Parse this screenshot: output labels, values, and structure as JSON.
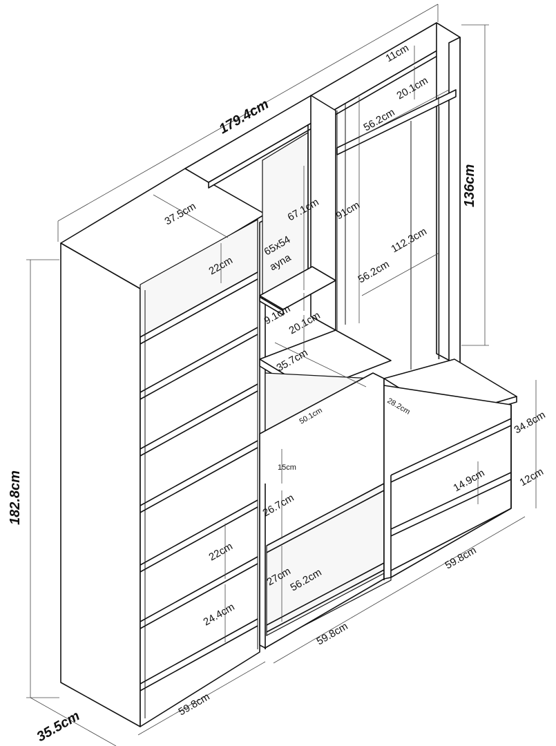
{
  "diagram": {
    "labels": {
      "total_width": "179.4cm",
      "total_height": "182.8cm",
      "depth": "35.5cm",
      "right_height": "136cm",
      "top_depth": "37.5cm",
      "top_gap": "11cm",
      "rail_height": "20.1cm",
      "rail_width": "56.2cm",
      "mirror_height": "67.1cm",
      "mirror_size": "65x54",
      "mirror_word": "ayna",
      "hanging_height": "91cm",
      "hanging_length": "112.3cm",
      "hanging_width": "56.2cm",
      "left_shelf_top": "22cm",
      "niche_gap": "9.1cm",
      "niche_height": "20.1cm",
      "desk_depth": "35.7cm",
      "drawer_width": "50.1cm",
      "drawer_depth": "28.2cm",
      "drawer_height": "15cm",
      "bench_height": "34.8cm",
      "bench_gap": "12cm",
      "bench_shelf": "14.9cm",
      "middle_open": "26.7cm",
      "left_shelf_low": "22cm",
      "middle_lower": "27cm",
      "middle_width": "56.2cm",
      "left_bottom": "24.4cm",
      "left_width": "59.8cm",
      "middle_base_width": "59.8cm",
      "right_width": "59.8cm"
    }
  }
}
